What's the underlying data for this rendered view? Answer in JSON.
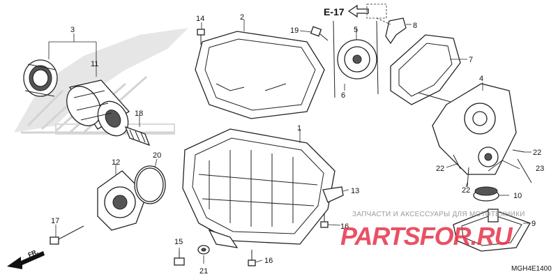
{
  "diagram": {
    "reference": "E-17",
    "code": "MGH4E1400",
    "direction": "FR.",
    "watermark_text": "ЗАПЧАСТИ И АКСЕССУАРЫ ДЛЯ МОТОТЕХНИКИ",
    "watermark_brand": "PARTSFOR.RU",
    "callouts": [
      {
        "id": "c1",
        "label": "1"
      },
      {
        "id": "c2",
        "label": "2"
      },
      {
        "id": "c3",
        "label": "3"
      },
      {
        "id": "c4",
        "label": "4"
      },
      {
        "id": "c5",
        "label": "5"
      },
      {
        "id": "c6",
        "label": "6"
      },
      {
        "id": "c7",
        "label": "7"
      },
      {
        "id": "c8",
        "label": "8"
      },
      {
        "id": "c9",
        "label": "9"
      },
      {
        "id": "c10",
        "label": "10"
      },
      {
        "id": "c11",
        "label": "11"
      },
      {
        "id": "c12",
        "label": "12"
      },
      {
        "id": "c13",
        "label": "13"
      },
      {
        "id": "c14",
        "label": "14"
      },
      {
        "id": "c15",
        "label": "15"
      },
      {
        "id": "c16a",
        "label": "16"
      },
      {
        "id": "c16b",
        "label": "16"
      },
      {
        "id": "c17",
        "label": "17"
      },
      {
        "id": "c18",
        "label": "18"
      },
      {
        "id": "c19",
        "label": "19"
      },
      {
        "id": "c20",
        "label": "20"
      },
      {
        "id": "c21",
        "label": "21"
      },
      {
        "id": "c22a",
        "label": "22"
      },
      {
        "id": "c22b",
        "label": "22"
      },
      {
        "id": "c22c",
        "label": "22"
      },
      {
        "id": "c23",
        "label": "23"
      }
    ]
  }
}
